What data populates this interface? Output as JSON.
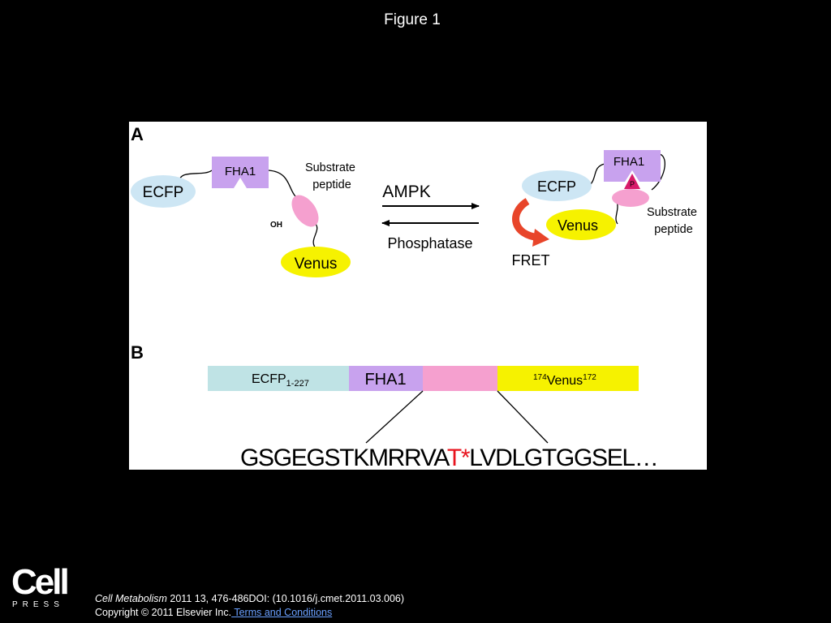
{
  "slide": {
    "title": "Figure 1"
  },
  "panel_a": {
    "label": "A",
    "left_state": {
      "ecfp": "ECFP",
      "fha1": "FHA1",
      "substrate_peptide": [
        "Substrate",
        "peptide"
      ],
      "oh": "OH",
      "venus": "Venus"
    },
    "arrows": {
      "forward": "AMPK",
      "reverse": "Phosphatase"
    },
    "right_state": {
      "fha1": "FHA1",
      "p": "P",
      "ecfp": "ECFP",
      "venus": "Venus",
      "substrate_peptide": [
        "Substrate",
        "peptide"
      ],
      "fret": "FRET"
    }
  },
  "panel_b": {
    "label": "B",
    "bar": {
      "ecfp": {
        "main": "ECFP",
        "sub": "1-227"
      },
      "fha1": "FHA1",
      "venus": {
        "sup_left": "174",
        "main": "Venus",
        "sup_right": "172"
      }
    },
    "sequence": {
      "before": "GSGEGSTKMRRVA",
      "highlight": "T*",
      "after": "LVDLGTGGSEL…"
    }
  },
  "colors": {
    "ecfp": "#cde6f4",
    "fha1": "#c8a2ee",
    "substrate": "#f5a0cf",
    "venus": "#f6f200",
    "ecfp_bar": "#bfe3e5",
    "phospho_site": "#e8141e",
    "fret_arrow": "#e8452a"
  },
  "footer": {
    "logo_word": "Cell",
    "logo_sub": "PRESS",
    "journal": "Cell Metabolism",
    "citation": " 2011 13, 476-486DOI: (10.1016/j.cmet.2011.03.006)",
    "copyright": "Copyright © 2011 Elsevier Inc.",
    "terms": " Terms and Conditions"
  }
}
